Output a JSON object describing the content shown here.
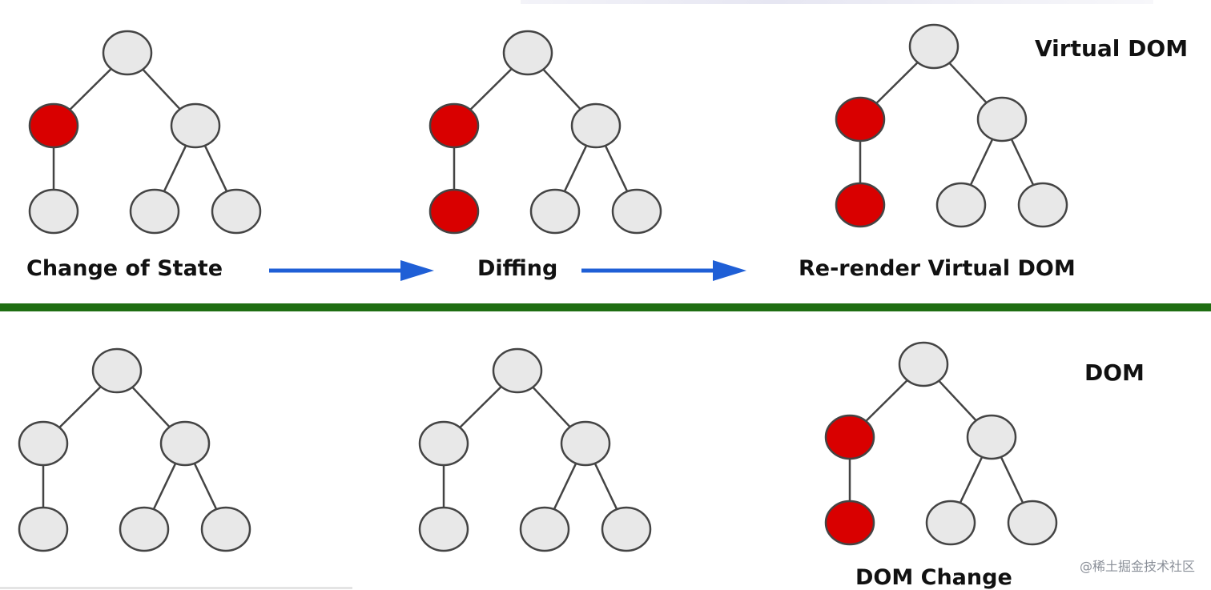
{
  "titles": {
    "virtual_dom": "Virtual DOM",
    "dom": "DOM"
  },
  "steps": {
    "change_of_state": "Change of State",
    "diffing": "Diffing",
    "rerender": "Re-render Virtual DOM",
    "dom_change": "DOM Change"
  },
  "watermark": "@稀土掘金技术社区",
  "colors": {
    "node_default": "#e8e8e8",
    "node_changed": "#d90000",
    "node_stroke": "#444444",
    "edge": "#444444",
    "arrow": "#1f5fd6",
    "divider": "#1f6e12"
  },
  "trees": [
    {
      "name": "virtual-tree-change-of-state",
      "changed": [
        "child-left",
        "leaf-left"
      ],
      "highlighted": [
        "child-left"
      ]
    },
    {
      "name": "virtual-tree-diffing",
      "highlighted": [
        "child-left",
        "leaf-left"
      ]
    },
    {
      "name": "virtual-tree-rerender",
      "highlighted": [
        "child-left",
        "leaf-left"
      ]
    },
    {
      "name": "dom-tree-before",
      "highlighted": []
    },
    {
      "name": "dom-tree-middle",
      "highlighted": []
    },
    {
      "name": "dom-tree-changed",
      "highlighted": [
        "child-left",
        "leaf-left"
      ]
    }
  ]
}
